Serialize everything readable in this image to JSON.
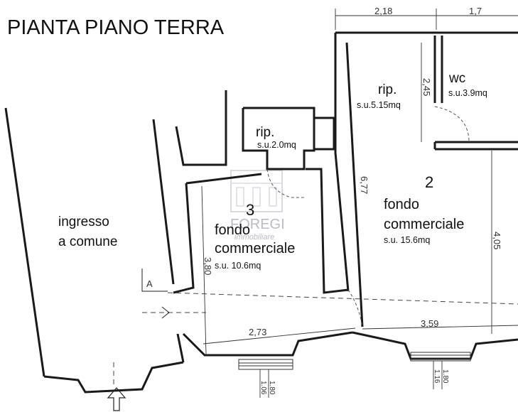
{
  "title": "PIANTA PIANO TERRA",
  "watermark": {
    "name": "FOREGI",
    "subtitle": "immobiliare"
  },
  "rooms": {
    "ingresso": {
      "line1": "ingresso",
      "line2": "a comune"
    },
    "rip_small": {
      "label": "rip.",
      "area": "s.u.2.0mq"
    },
    "fondo3": {
      "number": "3",
      "line1": "fondo",
      "line2": "commerciale",
      "area": "s.u. 10.6mq"
    },
    "rip_top": {
      "label": "rip.",
      "area": "s.u.5.15mq"
    },
    "wc": {
      "label": "wc",
      "area": "s.u.3.9mq"
    },
    "fondo2": {
      "number": "2",
      "line1": "fondo",
      "line2": "commerciale",
      "area": "s.u. 15.6mq"
    }
  },
  "dimensions": {
    "top_left": "2,18",
    "top_right": "1,7",
    "rip_height": "2,45",
    "fondo2_depth": "6,77",
    "fondo2_right": "4,05",
    "fondo3_height": "3,80",
    "fondo3_width": "2,73",
    "fondo2_width": "3,59",
    "window1_a": "1.06",
    "window1_b": "1.80",
    "window2_a": "1.16",
    "window2_b": "1.80"
  },
  "section_marker": "A"
}
